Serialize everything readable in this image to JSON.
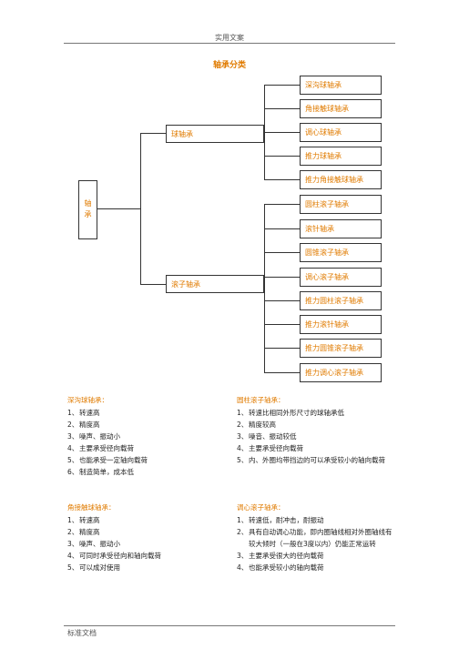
{
  "header": {
    "text": "实用文案"
  },
  "footer": {
    "text": "标准文档"
  },
  "title": "轴承分类",
  "tree": {
    "root": "轴承",
    "branches": [
      {
        "label": "球轴承",
        "leaves": [
          "深沟球轴承",
          "角接触球轴承",
          "调心球轴承",
          "推力球轴承",
          "推力角接触球轴承"
        ]
      },
      {
        "label": "滚子轴承",
        "leaves": [
          "圆柱滚子轴承",
          "滚针轴承",
          "圆锥滚子轴承",
          "调心滚子轴承",
          "推力圆柱滚子轴承",
          "推力滚针轴承",
          "推力圆锥滚子轴承",
          "推力调心滚子轴承"
        ]
      }
    ]
  },
  "sections": [
    {
      "title": "深沟球轴承：",
      "items": [
        {
          "n": "1、",
          "text": "转速高"
        },
        {
          "n": "2、",
          "text": "精度高"
        },
        {
          "n": "3、",
          "text": "噪声、振动小"
        },
        {
          "n": "4、",
          "text": "主要承受径向载荷"
        },
        {
          "n": "5、",
          "text": "也能承受一定轴向载荷"
        },
        {
          "n": "6、",
          "text": "制造简单，成本低"
        }
      ]
    },
    {
      "title": "圆柱滚子轴承：",
      "items": [
        {
          "n": "1、",
          "text": "转速比相同外形尺寸的球轴承低"
        },
        {
          "n": "2、",
          "text": "精度较高"
        },
        {
          "n": "3、",
          "text": "噪音、振动较低"
        },
        {
          "n": "4、",
          "text": "主要承受径向载荷"
        },
        {
          "n": "5、",
          "text": "内、外圈均带挡边的可以承受较小的轴向载荷"
        }
      ]
    },
    {
      "title": "角接触球轴承：",
      "items": [
        {
          "n": "1、",
          "text": "转速高"
        },
        {
          "n": "2、",
          "text": "精度高"
        },
        {
          "n": "3、",
          "text": "噪声、振动小"
        },
        {
          "n": "4、",
          "text": "可同时承受径向和轴向载荷"
        },
        {
          "n": "5、",
          "text": "可以成对使用"
        }
      ]
    },
    {
      "title": "调心滚子轴承：",
      "items": [
        {
          "n": "1、",
          "text": "转速低，耐冲击，耐振动"
        },
        {
          "n": "2、",
          "text": "具有自动调心功能，即内圈轴线相对外圈轴线有较大倾时（一般在3度以内）仍能正常运转"
        },
        {
          "n": "3、",
          "text": "主要承受很大的径向载荷"
        },
        {
          "n": "4、",
          "text": "也能承受较小的轴向载荷"
        }
      ]
    }
  ]
}
